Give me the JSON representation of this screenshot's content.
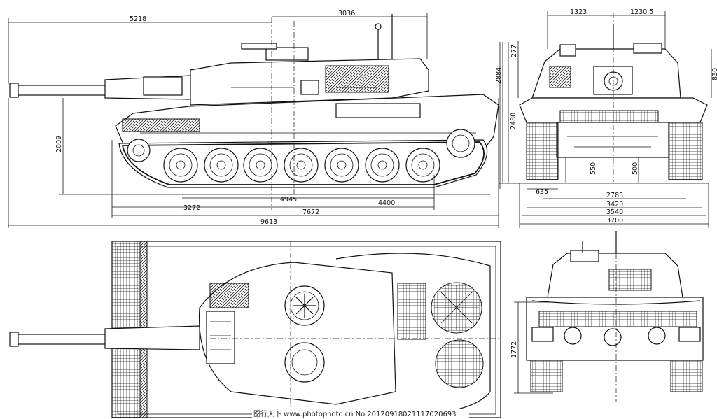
{
  "side_view": {
    "dims": {
      "hull_rear_to_turret": "5218",
      "turret_length": "3036",
      "height_total": "2009",
      "wheelbase": "4945",
      "rear_overhang": "3272",
      "track_contact": "4400",
      "hull_length": "7672",
      "overall_length": "9613"
    }
  },
  "front_view": {
    "dims": {
      "turret_left": "1323",
      "turret_right": "1230,5",
      "upper_height": "277",
      "turret_height": "2884",
      "hull_height": "2480",
      "roof_offset": "830",
      "ground_clearance": "550",
      "ground_clearance_2": "500",
      "track_width": "635",
      "track_centers": "2785",
      "hull_width": "3420",
      "width_with_skirts": "3540",
      "overall_width": "3700"
    }
  },
  "rear_view": {
    "dims": {
      "rear_height": "1772"
    }
  },
  "watermark": {
    "text": "图行天下 www.photophoto.cn    No.20120918021117020693"
  }
}
